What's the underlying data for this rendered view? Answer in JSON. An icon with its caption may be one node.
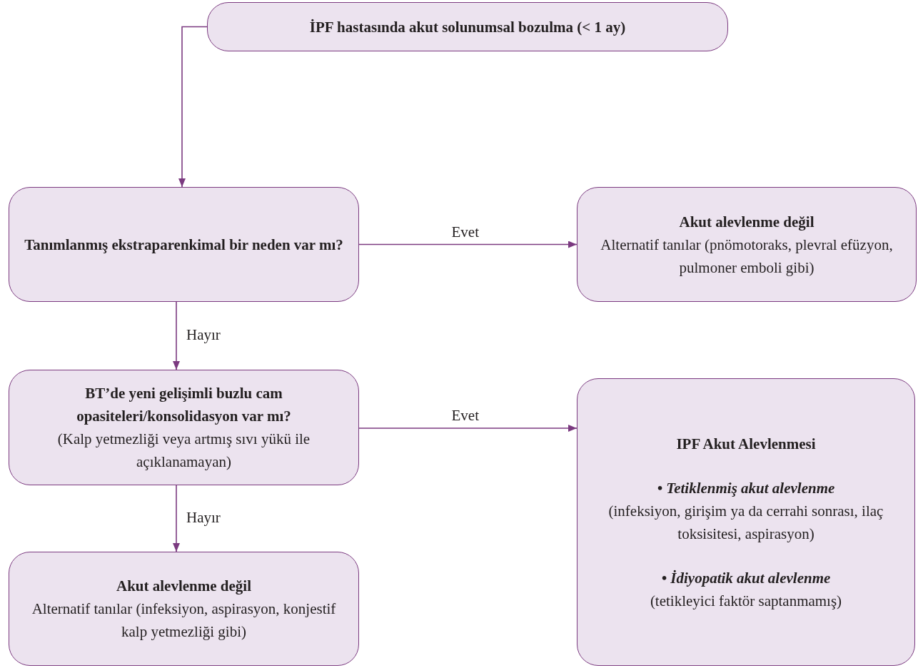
{
  "diagram": {
    "nodes": [
      {
        "text": [
          "İPF hastasında akut solunumsal bozulma (< 1 ay)"
        ]
      },
      {
        "text": [
          "Tanımlanmış ekstraparenkimal bir neden var mı?"
        ]
      },
      {
        "text": [
          "Akut alevlenme değil",
          "Alternatif tanılar (pnömotoraks, plevral efüzyon, pulmoner emboli gibi)"
        ]
      },
      {
        "text": [
          "BT’de yeni gelişimli buzlu cam opasiteleri/konsolidasyon var mı?",
          "(Kalp yetmezliği veya artmış sıvı yükü ile açıklanamayan)"
        ]
      },
      {
        "text": [
          "IPF Akut Alevlenmesi",
          "• Tetiklenmiş akut alevlenme",
          "(infeksiyon, girişim ya da cerrahi sonrası, ilaç toksisitesi, aspirasyon)",
          "• İdiyopatik akut alevlenme",
          "(tetikleyici faktör saptanmamış)"
        ]
      },
      {
        "text": [
          "Akut alevlenme değil",
          "Alternatif tanılar (infeksiyon, aspirasyon, konjestif kalp yetmezliği gibi)"
        ]
      }
    ],
    "edges": [
      {
        "from": 0,
        "to": 1,
        "arrow": "to"
      },
      {
        "from": 1,
        "to": 2,
        "arrow": "to",
        "label": "Evet"
      },
      {
        "from": 1,
        "to": 3,
        "arrow": "to",
        "label": "Hayır"
      },
      {
        "from": 3,
        "to": 4,
        "arrow": "to",
        "label": "Evet"
      },
      {
        "from": 3,
        "to": 5,
        "arrow": "to",
        "label": "Hayır"
      }
    ]
  }
}
